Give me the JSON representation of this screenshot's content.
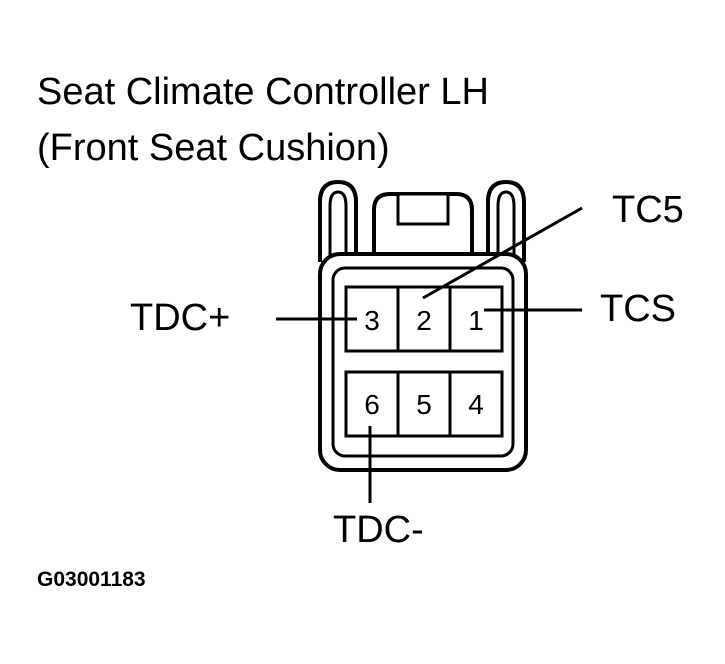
{
  "title": {
    "line1": "Seat Climate Controller LH",
    "line2": "(Front Seat Cushion)"
  },
  "pins": {
    "p1": "1",
    "p2": "2",
    "p3": "3",
    "p4": "4",
    "p5": "5",
    "p6": "6"
  },
  "labels": {
    "tc5": "TC5",
    "tcs": "TCS",
    "tdc_plus": "TDC+",
    "tdc_minus": "TDC-"
  },
  "figure_code": "G03001183"
}
